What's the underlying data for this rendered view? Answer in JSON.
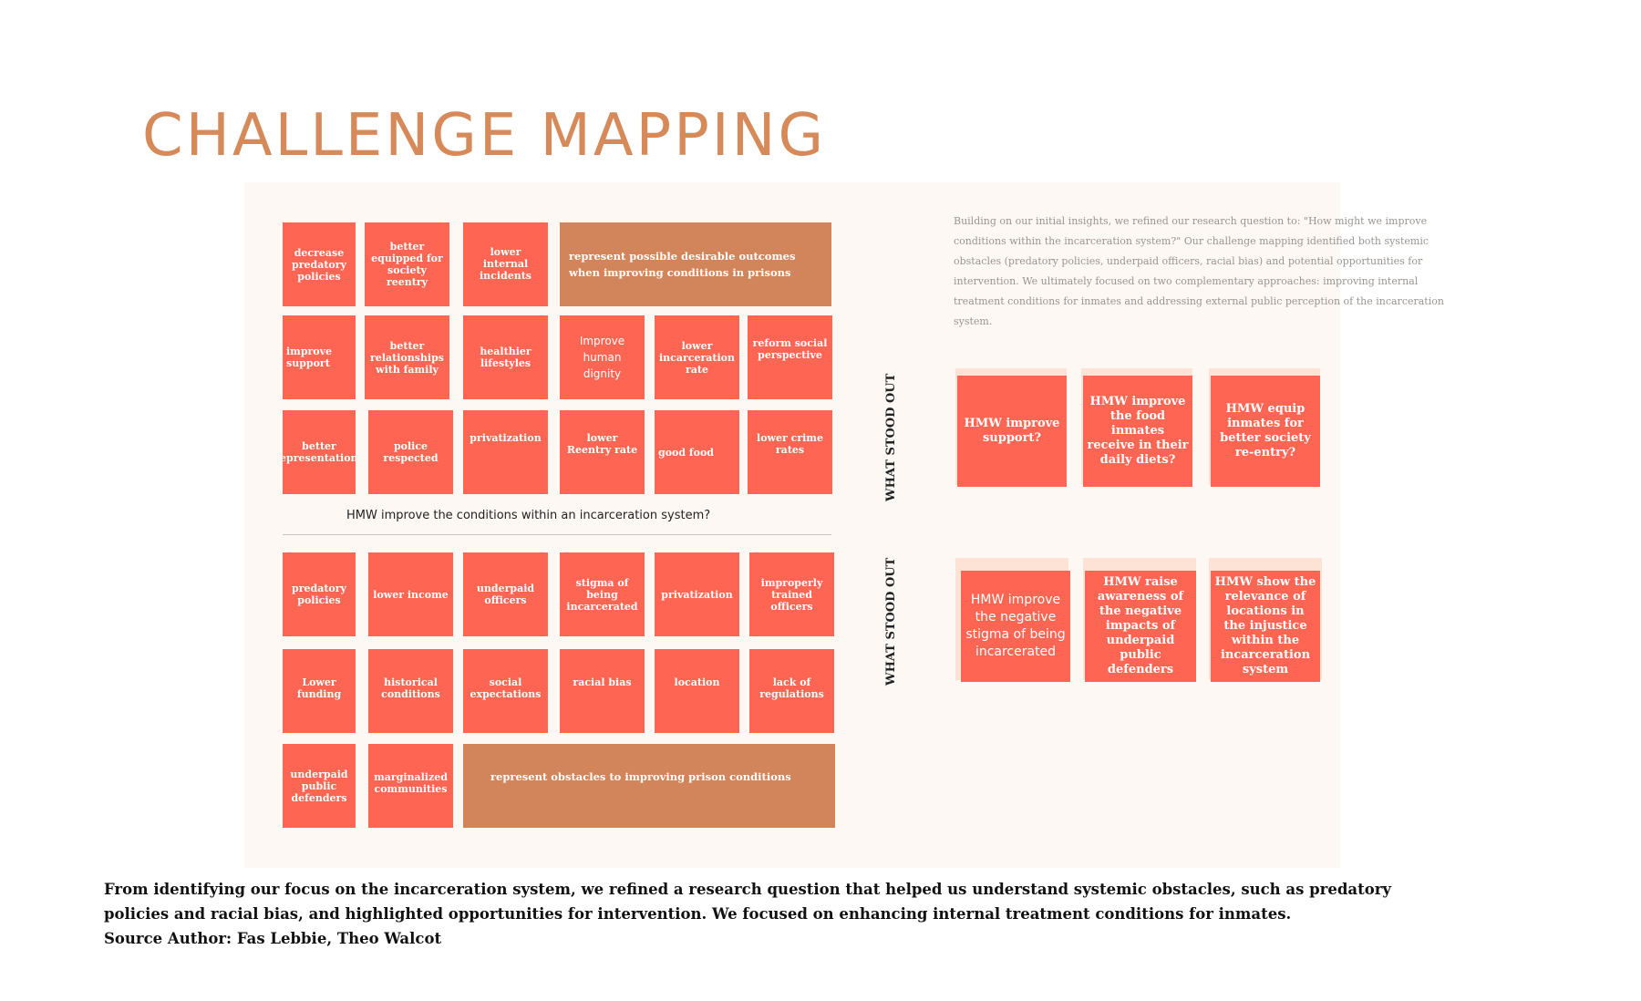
{
  "title": "CHALLENGE MAPPING",
  "top_banner": "represent possible desirable outcomes when improving conditions in prisons",
  "top_notes": [
    "decrease predatory policies",
    "better equipped for society reentry",
    "lower internal incidents",
    "improve support",
    "better relationships with family",
    "healthier lifestyles",
    "Improve human dignity",
    "lower incarceration rate",
    "reform social perspective",
    "better representations",
    "police respected",
    "privatization",
    "lower Reentry rate",
    "good food",
    "lower crime rates"
  ],
  "hmw_question": "HMW improve the conditions within an incarceration system?",
  "bottom_notes": [
    "predatory policies",
    "lower income",
    "underpaid officers",
    "stigma of being incarcerated",
    "privatization",
    "improperly trained officers",
    "Lower funding",
    "historical conditions",
    "social expectations",
    "racial bias",
    "location",
    "lack of regulations",
    "underpaid public defenders",
    "marginalized communities"
  ],
  "bottom_banner": "represent obstacles to improving prison conditions",
  "stood_out_label_1": "WHAT STOOD OUT",
  "stood_out_label_2": "WHAT STOOD OUT",
  "intro_text": "Building on our initial insights, we refined our research question to: \"How might we improve conditions within the incarceration system?\" Our challenge mapping identified both systemic obstacles (predatory policies, underpaid officers, racial bias) and potential opportunities for intervention. We ultimately focused on two complementary approaches: improving internal treatment conditions for inmates and addressing external public perception of the incarceration system.",
  "stood_out_top": [
    "HMW improve support?",
    "HMW improve the food inmates receive in their daily diets?",
    "HMW equip inmates for better society re-entry?"
  ],
  "stood_out_bottom": [
    "HMW improve the negative stigma of being incarcerated",
    "HMW raise awareness of the negative impacts of underpaid public defenders",
    "HMW show the relevance of locations in the injustice within the incarceration system"
  ],
  "caption": "From identifying our focus on the incarceration system, we refined a research question that helped us understand systemic obstacles, such as predatory policies and racial bias, and highlighted opportunities for intervention. We focused on enhancing internal treatment conditions for inmates.",
  "source": "Source Author: Fas Lebbie, Theo Walcot",
  "colors": {
    "note": "#fe6653",
    "banner": "#d2855a",
    "title": "#d68a5a",
    "board": "#fdf8f4"
  }
}
